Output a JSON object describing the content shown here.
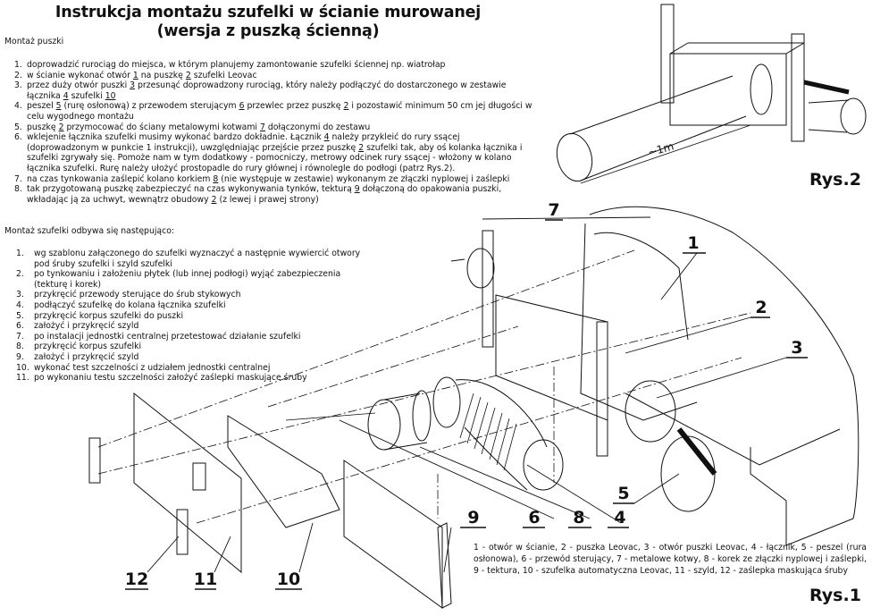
{
  "title": {
    "line1": "Instrukcja montażu szufelki w ścianie murowanej",
    "line2": "(wersja z puszką ścienną)"
  },
  "section1": {
    "heading": "Montaż puszki",
    "items": [
      {
        "num": "1.",
        "text": "doprowadzić rurociąg do miejsca, w którym planujemy zamontowanie szufelki ściennej np. wiatrołap"
      },
      {
        "num": "2.",
        "parts": [
          "w ścianie wykonać otwór ",
          "1",
          " na puszkę ",
          "2",
          " szufelki Leovac"
        ]
      },
      {
        "num": "3.",
        "parts": [
          "przez duży otwór puszki ",
          "3",
          " przesunąć doprowadzony rurociąg, który należy podłączyć do dostarczonego w zestawie łącznika ",
          "4",
          " szufelki ",
          "10",
          ""
        ]
      },
      {
        "num": "4.",
        "parts": [
          "peszel ",
          "5",
          " (rurę osłonową) z przewodem sterującym ",
          "6",
          " przewlec przez puszkę ",
          "2",
          " i pozostawić minimum 50 cm jej długości w celu wygodnego montażu"
        ]
      },
      {
        "num": "5.",
        "parts": [
          "puszkę ",
          "2",
          " przymocować do ściany metalowymi kotwami ",
          "7",
          " dołączonymi do zestawu"
        ]
      },
      {
        "num": "6.",
        "parts": [
          "wklejenie łącznika szufelki musimy wykonać bardzo dokładnie. Łącznik ",
          "4",
          " należy przykleić do rury ssącej (doprowadzonym w punkcie 1 instrukcji), uwzględniając przejście przez puszkę ",
          "2",
          " szufelki tak, aby oś kolanka łącznika i szufelki zgrywały się. Pomoże nam w tym dodatkowy - pomocniczy, metrowy odcinek rury ssącej - włożony w kolano łącznika szufelki. Rurę należy ułożyć prostopadle do rury głównej i równolegle do podłogi (patrz Rys.2)."
        ]
      },
      {
        "num": "7.",
        "parts": [
          "na czas tynkowania zaślepić kolano korkiem ",
          "8",
          " (nie występuje w zestawie) wykonanym ze złączki nyplowej i zaślepki"
        ]
      },
      {
        "num": "8.",
        "parts": [
          "tak przygotowaną puszkę zabezpieczyć na czas wykonywania  tynków, tekturą ",
          "9",
          " dołączoną do opakowania puszki, wkładając ją za uchwyt, wewnątrz obudowy ",
          "2",
          " (z lewej i prawej strony)"
        ]
      }
    ]
  },
  "section2": {
    "heading": "Montaż szufelki odbywa się następująco:",
    "items": [
      {
        "num": "1.",
        "text": "wg szablonu załączonego do szufelki  wyznaczyć a następnie wywiercić otwory pod śruby szufelki i szyld szufelki"
      },
      {
        "num": "2.",
        "text": "po tynkowaniu i założeniu płytek (lub innej podłogi) wyjąć zabezpieczenia (tekturę i korek)"
      },
      {
        "num": "3.",
        "text": "przykręcić przewody sterujące do śrub stykowych"
      },
      {
        "num": "4.",
        "text": "podłączyć szufelkę do kolana łącznika szufelki"
      },
      {
        "num": "5.",
        "text": "przykręcić korpus szufelki do puszki"
      },
      {
        "num": "6.",
        "text": "założyć i przykręcić szyld"
      },
      {
        "num": "7.",
        "text": "po instalacji jednostki centralnej przetestować działanie szufelki"
      },
      {
        "num": "8.",
        "text": "przykręcić korpus szufelki"
      },
      {
        "num": "9.",
        "text": "założyć i przykręcić szyld"
      },
      {
        "num": "10.",
        "text": "wykonać test szczelności z udziałem jednostki centralnej"
      },
      {
        "num": "11.",
        "text": "po wykonaniu testu szczelności założyć zaślepki maskujące śruby"
      }
    ]
  },
  "legend": "1 - otwór w ścianie, 2 - puszka Leovac, 3 - otwór puszki Leovac, 4 - łącznik, 5 - peszel (rura osłonowa), 6 - przewód sterujący, 7 - metalowe kotwy, 8 - korek ze złączki nyplowej i zaślepki, 9 - tektura, 10 - szufelka automatyczna Leovac, 11 - szyld, 12 - zaślepka maskująca śruby",
  "figures": {
    "rys1_label": "Rys.1",
    "rys2_label": "Rys.2",
    "rys2_dimension": "~1m"
  },
  "callouts": [
    "1",
    "2",
    "3",
    "4",
    "5",
    "6",
    "7",
    "8",
    "9",
    "10",
    "11",
    "12"
  ]
}
